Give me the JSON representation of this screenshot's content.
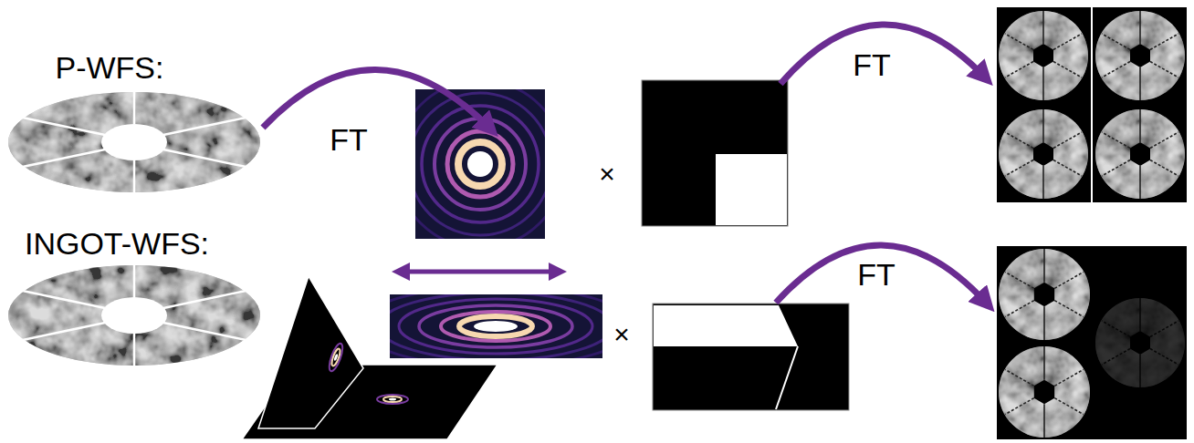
{
  "diagram": {
    "labels": [
      "P-WFS:",
      "FT",
      "FT",
      "×",
      "INGOT-WFS:",
      "FT",
      "×"
    ]
  }
}
